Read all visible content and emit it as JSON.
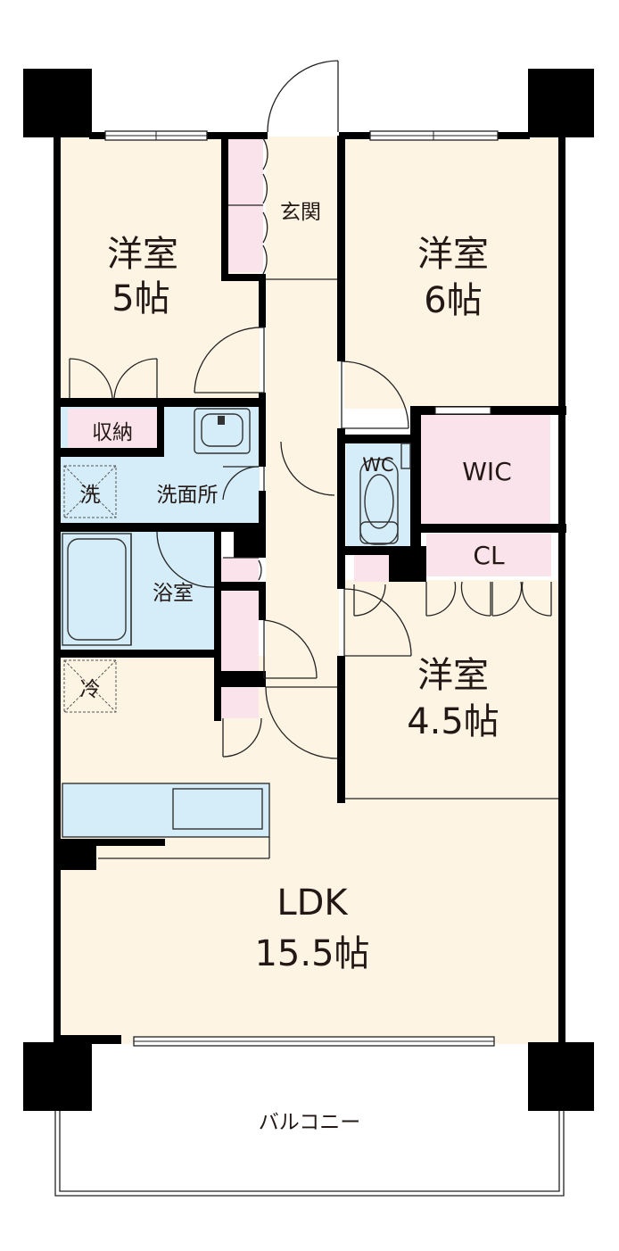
{
  "rooms": {
    "western_5": {
      "name": "洋室",
      "size": "5帖"
    },
    "western_6": {
      "name": "洋室",
      "size": "6帖"
    },
    "western_45": {
      "name": "洋室",
      "size": "4.5帖"
    },
    "ldk": {
      "name": "LDK",
      "size": "15.5帖"
    },
    "entrance": "玄関",
    "storage": "収納",
    "washroom": "洗面所",
    "laundry": "洗",
    "bath": "浴室",
    "fridge": "冷",
    "wc": "WC",
    "wic": "WIC",
    "cl": "CL",
    "balcony": "バルコニー"
  },
  "colors": {
    "room_floor": "#fdf4e3",
    "wet_area": "#d4edf8",
    "storage": "#fbe3ec",
    "wall": "#000000"
  }
}
